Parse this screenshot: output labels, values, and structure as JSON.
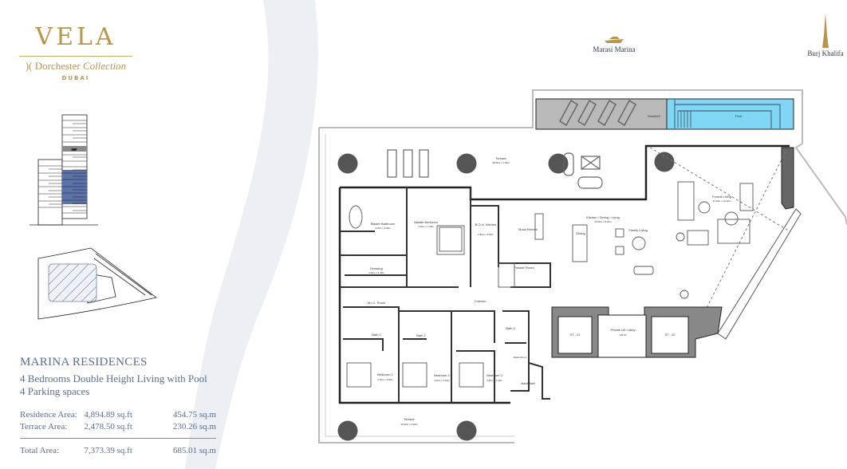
{
  "brand": {
    "logo_text": "VELA",
    "collection_prefix": "Dorchester",
    "collection_suffix": "Collection",
    "city": "DUBAI",
    "color": "#b8954a"
  },
  "stacking": {
    "mep_label": "MEP",
    "highlight_color": "#5b73a8"
  },
  "landmarks": [
    {
      "label": "Marasi Marina",
      "icon": "yacht-icon"
    },
    {
      "label": "Burj Khalifa",
      "icon": "tower-icon"
    }
  ],
  "unit": {
    "title": "MARINA RESIDENCES",
    "description": "4 Bedrooms Double Height Living with Pool",
    "parking": "4 Parking spaces",
    "areas": [
      {
        "label": "Residence Area:",
        "sqft": "4,894.89 sq.ft",
        "sqm": "454.75 sq.m"
      },
      {
        "label": "Terrace Area:",
        "sqft": "2,478.50 sq.ft",
        "sqm": "230.26 sq.m"
      }
    ],
    "total": {
      "label": "Total Area:",
      "sqft": "7,373.39 sq.ft",
      "sqm": "685.01 sq.m"
    }
  },
  "plan": {
    "pool_color": "#7fd6f5",
    "rooms": {
      "sunshelf": {
        "name": "Sunshelf"
      },
      "pool": {
        "name": "Pool"
      },
      "terrace_top": {
        "name": "Terrace",
        "dims": "36.80m x 7.60m"
      },
      "master_bathroom": {
        "name": "Master Bathroom",
        "dims": "4.00m x 4.80m"
      },
      "master_bedroom": {
        "name": "Master Bedroom",
        "dims": "4.30m x 7.30m"
      },
      "boh_kitchen": {
        "name": "B.O.H. Kitchen",
        "dims": "2.80m x 6.80m"
      },
      "show_kitchen": {
        "name": "Show Kitchen"
      },
      "kitchen_dining_living": {
        "name": "Kitchen / Dining / Living",
        "dims": "12.00m x 8.20m"
      },
      "dining": {
        "name": "Dining"
      },
      "family_living": {
        "name": "Family Living"
      },
      "formal_living": {
        "name": "Formal Living",
        "dims": "11.60m x 10.20m"
      },
      "dressing": {
        "name": "Dressing",
        "dims": "4.00m x 2.40m"
      },
      "powder_room": {
        "name": "Powder Room"
      },
      "corridor": {
        "name": "Corridor"
      },
      "wic_room": {
        "name": "W.I.C. Room",
        "dims": "3.80m x 1.50m"
      },
      "bath1": {
        "name": "Bath 1"
      },
      "bath2": {
        "name": "Bath 2"
      },
      "bath3": {
        "name": "Bath 3"
      },
      "maids_room": {
        "name": "Maids Room"
      },
      "maids_bath": {
        "name": "Maids Bath"
      },
      "bedroom1": {
        "name": "Bedroom 1",
        "dims": "4.00m x 3.80m"
      },
      "bedroom2": {
        "name": "Bedroom 2",
        "dims": "4.00m x 3.50m"
      },
      "bedroom3": {
        "name": "Bedroom 3",
        "dims": "3.80m x 4.20m"
      },
      "lift_lobby": {
        "name": "Private Lift Lobby",
        "dims": "L05-01"
      },
      "st01": {
        "name": "ST - 01"
      },
      "st02": {
        "name": "ST - 02"
      },
      "terrace_bottom": {
        "name": "Terrace",
        "dims": "13.90m x 2.00m"
      }
    }
  }
}
